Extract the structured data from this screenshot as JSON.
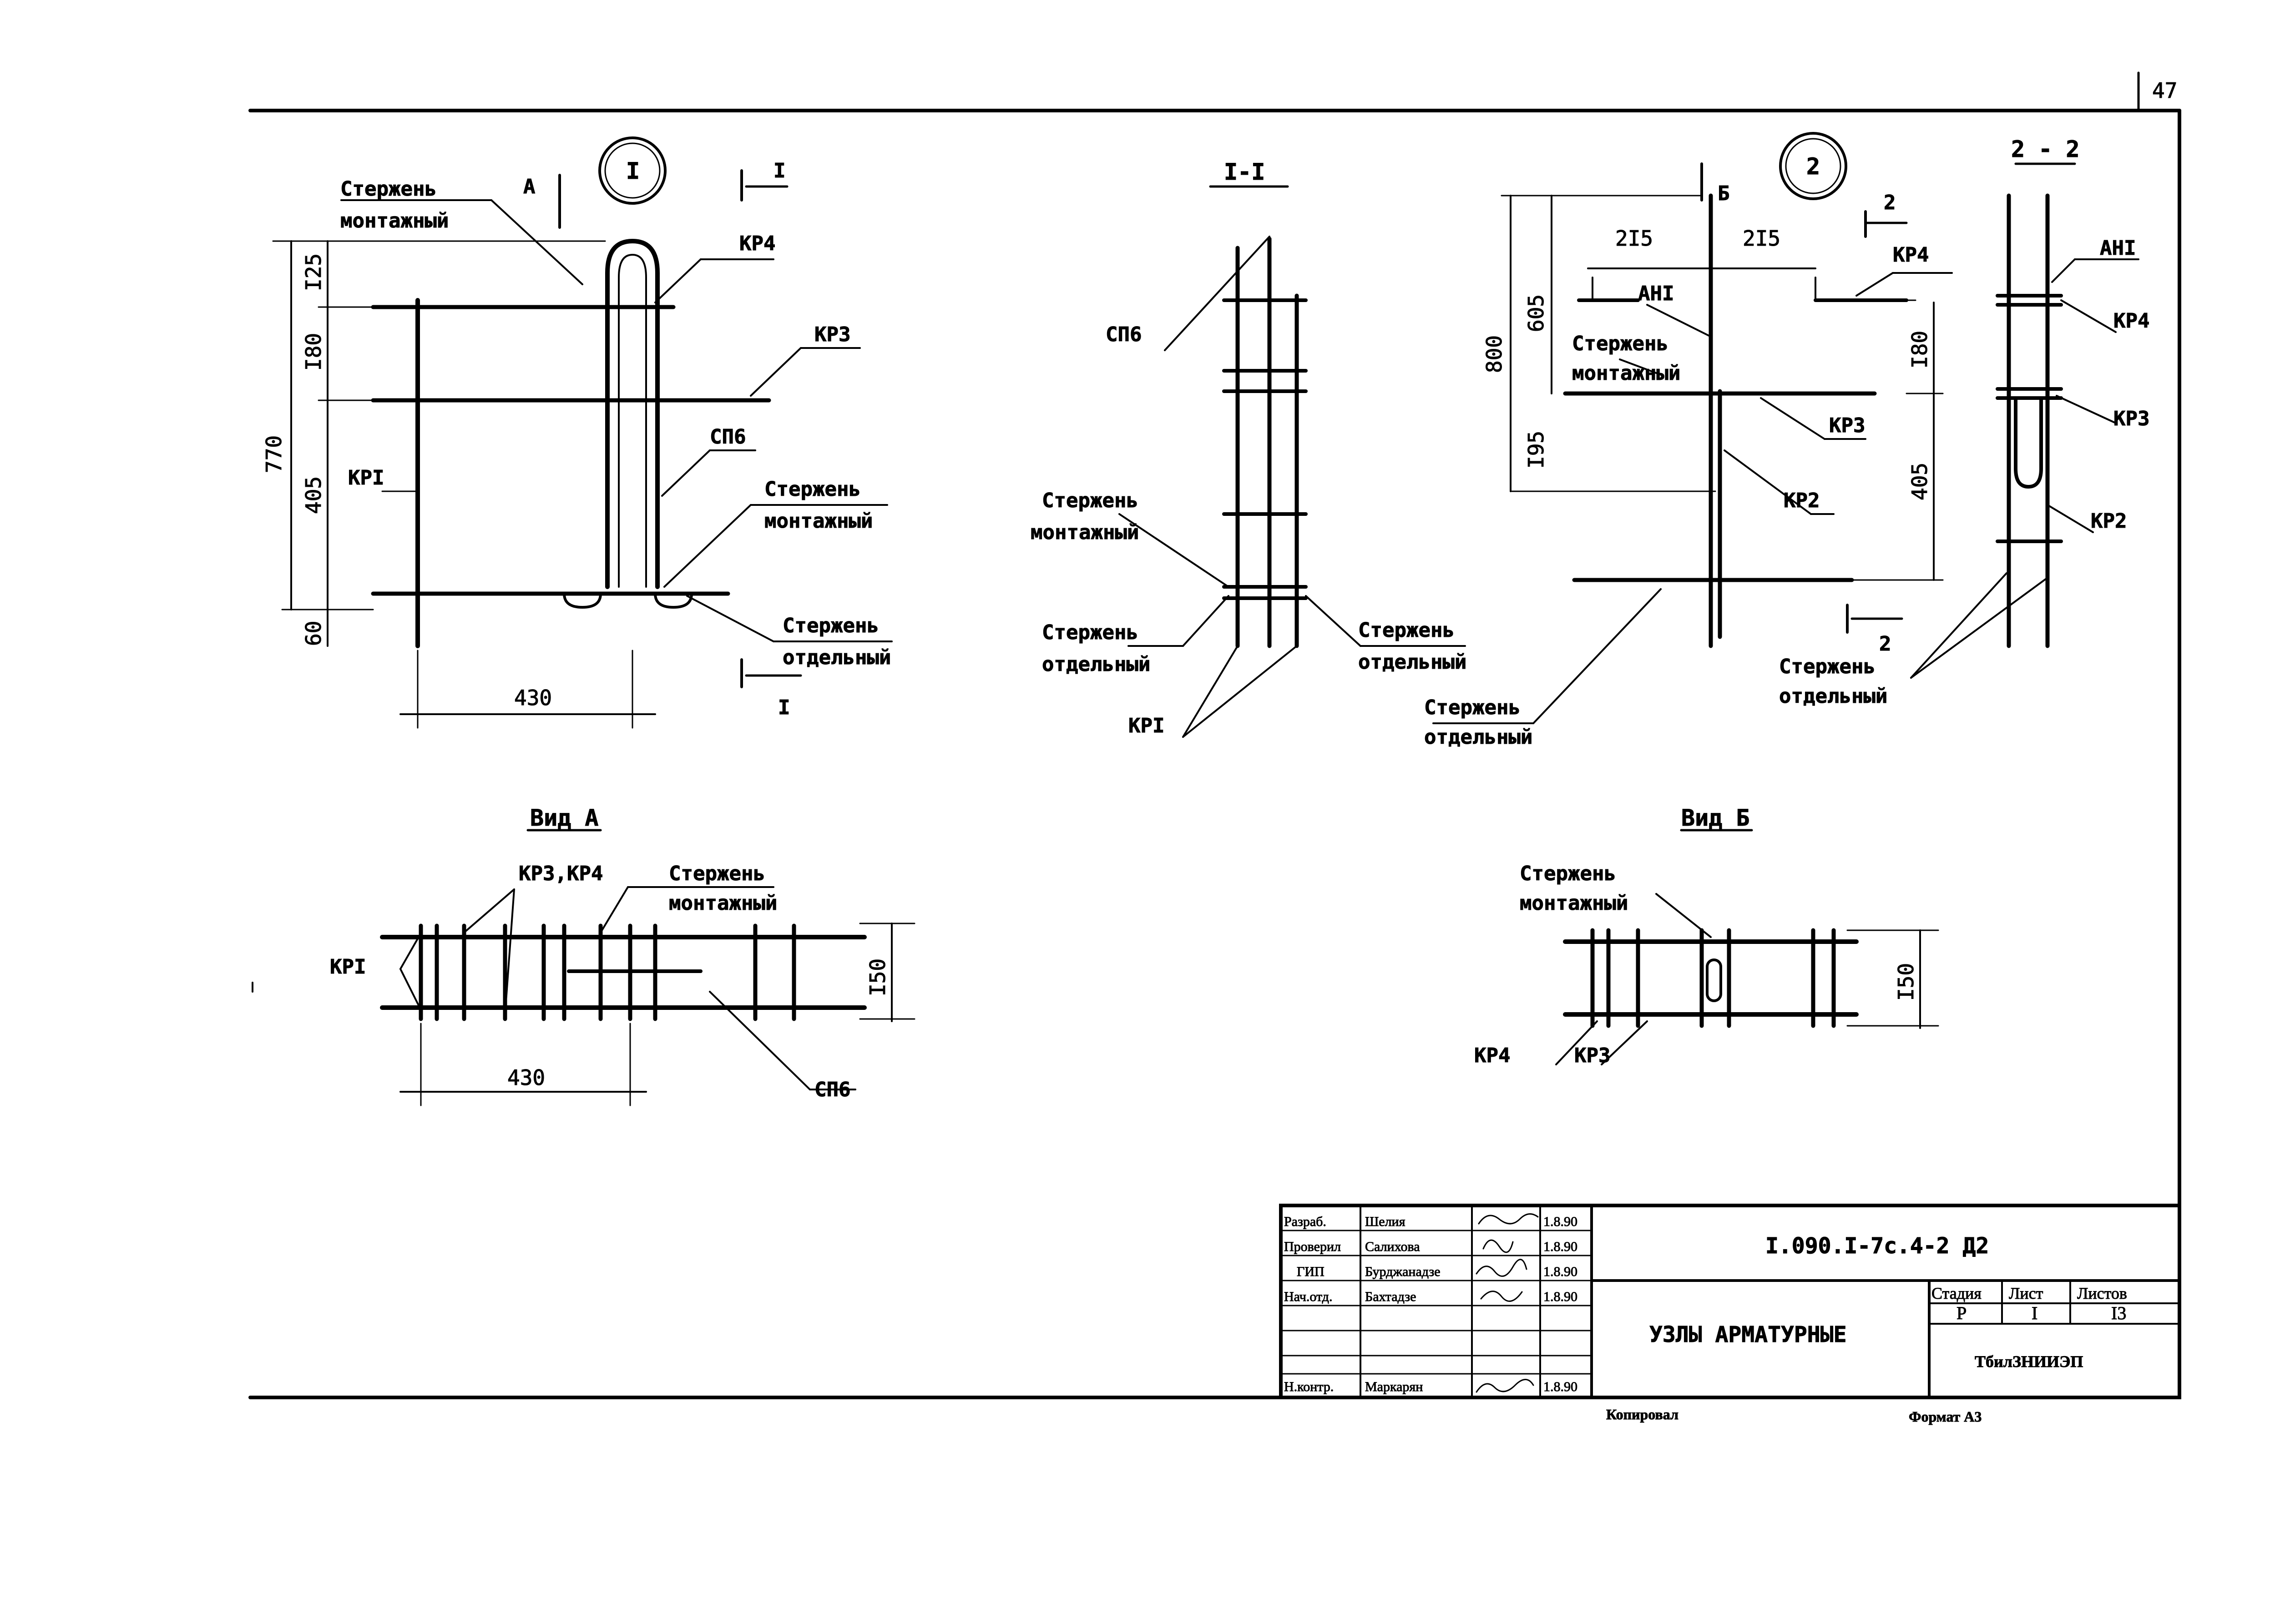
{
  "sheet": {
    "page_number": "47",
    "copied": "Копировал",
    "format": "Формат А3"
  },
  "node1": {
    "circle": "I",
    "section_marker": "I",
    "view_arrow": "A",
    "labels": {
      "rod_montage_1": "Стержень",
      "rod_montage_2": "монтажный",
      "kr4": "КР4",
      "kr3": "КР3",
      "sp6": "СП6",
      "rod_montage_b1": "Стержень",
      "rod_montage_b2": "монтажный",
      "rod_separate_1": "Стержень",
      "rod_separate_2": "отдельный",
      "kr1": "КРI"
    },
    "dims": {
      "d770": "770",
      "d125": "I25",
      "d180": "I80",
      "d405": "405",
      "d60": "60",
      "d430": "430"
    }
  },
  "section_1_1": {
    "title": "I-I",
    "labels": {
      "sp6": "СП6",
      "rod_montage_1": "Стержень",
      "rod_montage_2": "монтажный",
      "rod_sep_l1": "Стержень",
      "rod_sep_l2": "отдельный",
      "rod_sep_r1": "Стержень",
      "rod_sep_r2": "отдельный",
      "kr1": "КРI"
    }
  },
  "node2": {
    "circle": "2",
    "section_marker": "2",
    "view_arrow": "Б",
    "labels": {
      "ani": "АНI",
      "kr4": "КР4",
      "rod_montage_1": "Стержень",
      "rod_montage_2": "монтажный",
      "kr3": "КР3",
      "kr2": "КР2",
      "rod_sep_1": "Стержень",
      "rod_sep_2": "отдельный"
    },
    "dims": {
      "d215a": "2I5",
      "d215b": "2I5",
      "d800": "800",
      "d605": "605",
      "d180": "I80",
      "d195": "I95",
      "d405": "405"
    }
  },
  "section_2_2": {
    "title": "2 - 2",
    "labels": {
      "ani": "АНI",
      "kr4": "КР4",
      "kr3": "КР3",
      "kr2": "КР2",
      "rod_sep_1": "Стержень",
      "rod_sep_2": "отдельный"
    }
  },
  "view_a": {
    "title": "Вид А",
    "labels": {
      "kr34": "КР3,КР4",
      "rod_montage_1": "Стержень",
      "rod_montage_2": "монтажный",
      "kr1": "КРI",
      "sp6": "СП6"
    },
    "dims": {
      "d150": "I50",
      "d430": "430"
    }
  },
  "view_b": {
    "title": "Вид Б",
    "labels": {
      "rod_montage_1": "Стержень",
      "rod_montage_2": "монтажный",
      "kr4": "КР4",
      "kr3": "КР3"
    },
    "dims": {
      "d150": "I50"
    }
  },
  "title_block": {
    "rows": [
      {
        "role": "Разраб.",
        "name": "Шелия",
        "date": "1.8.90"
      },
      {
        "role": "Проверил",
        "name": "Салихова",
        "date": "1.8.90"
      },
      {
        "role": "ГИП",
        "name": "Бурджанадзе",
        "date": "1.8.90"
      },
      {
        "role": "Нач.отд.",
        "name": "Бахтадзе",
        "date": "1.8.90"
      },
      {
        "role": "",
        "name": "",
        "date": ""
      },
      {
        "role": "",
        "name": "",
        "date": ""
      },
      {
        "role": "Н.контр.",
        "name": "Маркарян",
        "date": "1.8.90"
      }
    ],
    "doc_code": "I.090.I-7с.4-2 Д2",
    "title": "УЗЛЫ АРМАТУРНЫЕ",
    "stage_header": "Стадия",
    "sheet_header": "Лист",
    "sheets_header": "Листов",
    "stage": "Р",
    "sheet": "I",
    "sheets": "I3",
    "org": "ТбилЗНИИЭП"
  }
}
